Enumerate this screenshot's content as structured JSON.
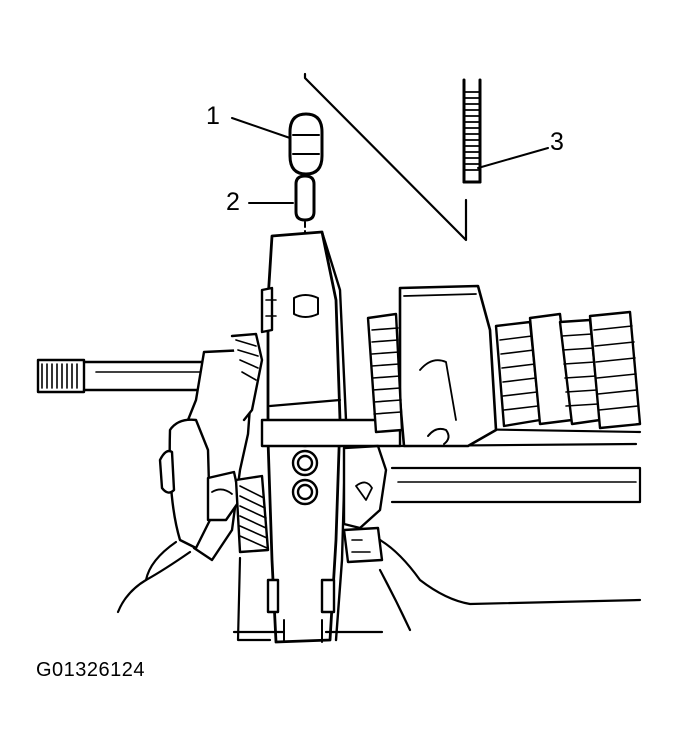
{
  "callouts": {
    "c1": "1",
    "c2": "2",
    "c3": "3"
  },
  "figure_id": "G01326124",
  "colors": {
    "ink": "#000000",
    "paper": "#ffffff"
  },
  "icons": {
    "outer_ring": "o-ring-icon",
    "inner_ring": "inner-seal-icon",
    "tool": "driver-tool-icon"
  }
}
